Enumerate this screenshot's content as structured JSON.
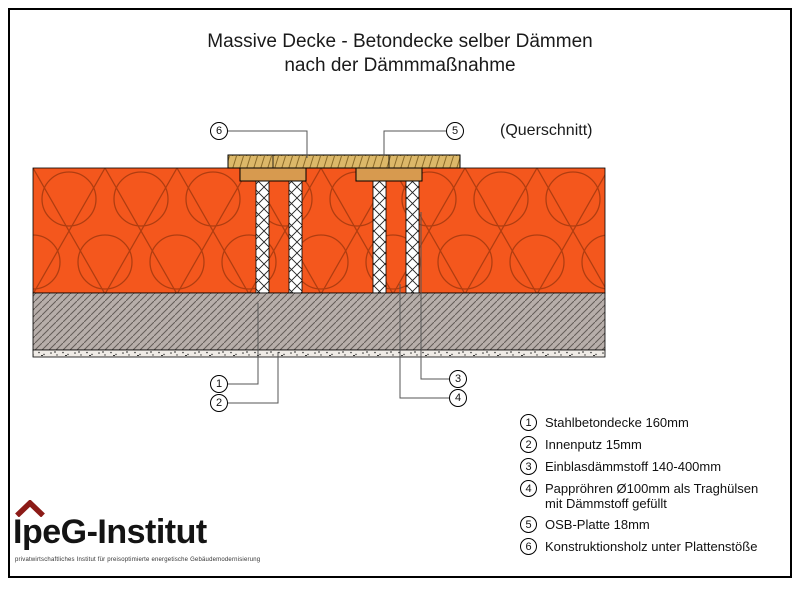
{
  "title": {
    "line1": "Massive Decke - Betondecke selber Dämmen",
    "line2": "nach der Dämmmaßnahme"
  },
  "view_label": "(Querschnitt)",
  "callouts": {
    "c1": "1",
    "c2": "2",
    "c3": "3",
    "c4": "4",
    "c5": "5",
    "c6": "6"
  },
  "legend": {
    "items": [
      {
        "num": "1",
        "text": "Stahlbetondecke 160mm"
      },
      {
        "num": "2",
        "text": "Innenputz 15mm"
      },
      {
        "num": "3",
        "text": "Einblasdämmstoff 140-400mm"
      },
      {
        "num": "4",
        "text": "Pappröhren Ø100mm als Traghülsen",
        "text2": "mit Dämmstoff gefüllt"
      },
      {
        "num": "5",
        "text": "OSB-Platte 18mm"
      },
      {
        "num": "6",
        "text": "Konstruktionsholz unter Plattenstöße"
      }
    ]
  },
  "logo": {
    "name": "IpeG-Institut",
    "tagline": "privatwirtschaftliches Institut für preisoptimierte energetische Gebäudemodernisierung"
  },
  "colors": {
    "insulation_orange": "#F4571D",
    "insulation_loop": "#B03D10",
    "concrete_gray": "#B7AEAA",
    "concrete_hatch": "#635C58",
    "plaster_light": "#EFEBE6",
    "osb_tan": "#DCB869",
    "wood_block_tan": "#D79A4F",
    "logo_red": "#8C1B17",
    "leader_line": "#555555"
  }
}
